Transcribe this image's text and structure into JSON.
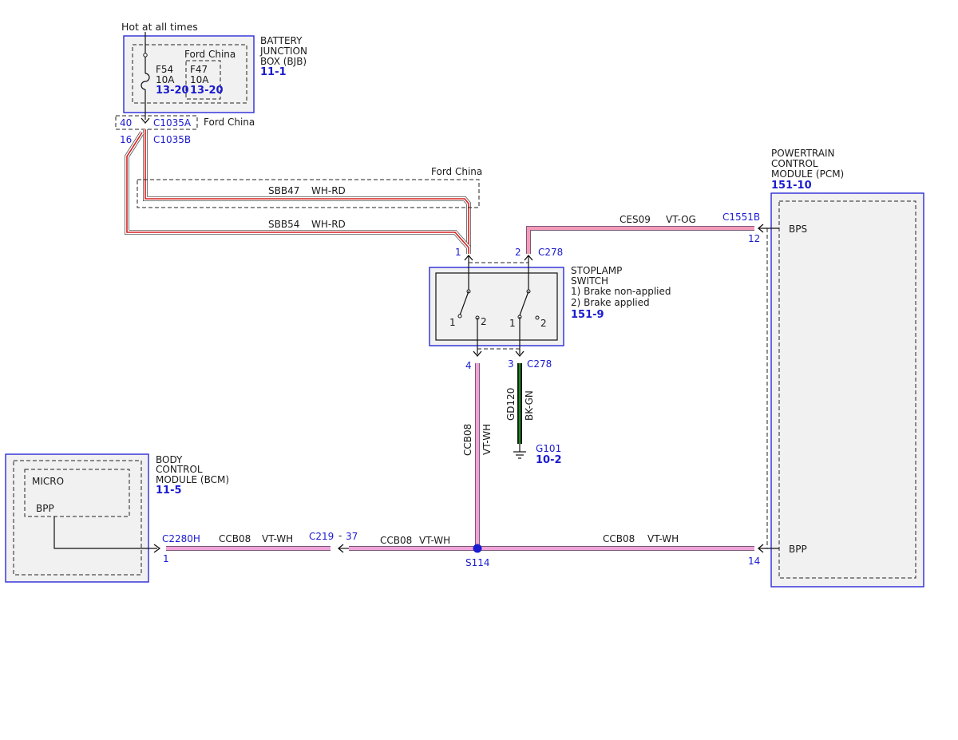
{
  "bjb": {
    "hot_label": "Hot at all times",
    "name_lines": [
      "BATTERY",
      "JUNCTION",
      "BOX (BJB)"
    ],
    "page": "11-1",
    "variant": "Ford China",
    "fuse_f54": {
      "name": "F54",
      "rating": "10A",
      "page": "13-20"
    },
    "fuse_f47": {
      "name": "F47",
      "rating": "10A",
      "page": "13-20"
    }
  },
  "c1035": {
    "a_pin": "40",
    "a_name": "C1035A",
    "variant": "Ford China",
    "b_pin": "16",
    "b_name": "C1035B"
  },
  "wires": {
    "sbb47": {
      "circuit": "SBB47",
      "color": "WH-RD",
      "variant": "Ford China"
    },
    "sbb54": {
      "circuit": "SBB54",
      "color": "WH-RD"
    },
    "ces09": {
      "circuit": "CES09",
      "color": "VT-OG"
    },
    "gd120": {
      "circuit": "GD120",
      "color": "BK-GN"
    },
    "ccb08_vertical": {
      "circuit": "CCB08",
      "color": "VT-WH"
    },
    "ccb08_bcm": {
      "circuit": "CCB08",
      "color": "VT-WH"
    },
    "ccb08_mid": {
      "circuit": "CCB08",
      "color": "VT-WH"
    },
    "ccb08_pcm": {
      "circuit": "CCB08",
      "color": "VT-WH"
    }
  },
  "stoplamp": {
    "name_lines": [
      "STOPLAMP",
      "SWITCH",
      "1) Brake non-applied",
      "2) Brake applied"
    ],
    "page": "151-9",
    "pin_top_left": "1",
    "pin_top_right": "2",
    "pin_bottom_left": "4",
    "pin_bottom_right": "3",
    "connector": "C278",
    "contact_labels": {
      "l1": "1",
      "l2": "2",
      "r1": "1",
      "r2": "2"
    }
  },
  "pcm": {
    "name_lines": [
      "POWERTRAIN",
      "CONTROL",
      "MODULE (PCM)"
    ],
    "page": "151-10",
    "connector": "C1551B",
    "pin_bps": "12",
    "pin_bpp": "14",
    "sig_bps": "BPS",
    "sig_bpp": "BPP"
  },
  "bcm": {
    "name_lines": [
      "BODY",
      "CONTROL",
      "MODULE (BCM)"
    ],
    "page": "11-5",
    "micro": "MICRO",
    "sig_bpp": "BPP",
    "connector": "C2280H",
    "pin": "1"
  },
  "inline_connector": {
    "name": "C219",
    "sep": "-",
    "pin": "37"
  },
  "splice": {
    "name": "S114"
  },
  "ground": {
    "name": "G101",
    "page": "10-2"
  },
  "colors": {
    "module_border": "#2a2ad8",
    "label_blue": "#1b1bd0",
    "vt_wh": "#f0a3d8",
    "vt_og": "#f49bb8",
    "wh_rd_red": "#d82020",
    "bk_gn_green": "#1a8a1a"
  }
}
